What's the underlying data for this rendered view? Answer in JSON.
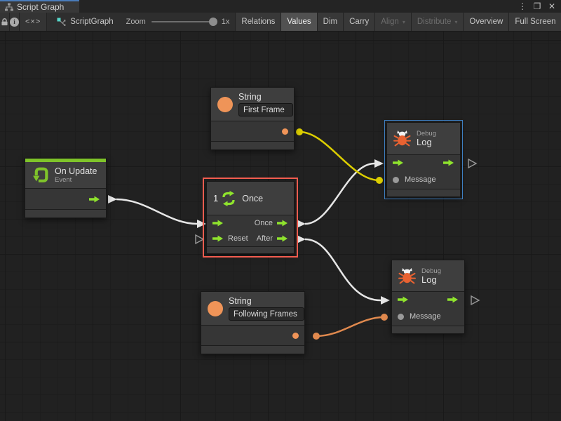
{
  "window": {
    "tab_title": "Script Graph",
    "menu_icon": "⋮",
    "maximize_icon": "❐",
    "close_icon": "✕"
  },
  "toolbar": {
    "info_glyph": "i",
    "breadcrumb": "<×>",
    "graph_label": "ScriptGraph",
    "zoom_label": "Zoom",
    "zoom_value": "1x",
    "dropdown_arrow": "▾",
    "buttons": [
      {
        "label": "Relations",
        "state": "normal"
      },
      {
        "label": "Values",
        "state": "active"
      },
      {
        "label": "Dim",
        "state": "normal"
      },
      {
        "label": "Carry",
        "state": "normal"
      },
      {
        "label": "Align",
        "state": "disabled",
        "dropdown": true
      },
      {
        "label": "Distribute",
        "state": "disabled",
        "dropdown": true
      },
      {
        "label": "Overview",
        "state": "normal"
      },
      {
        "label": "Full Screen",
        "state": "normal"
      }
    ]
  },
  "nodes": {
    "on_update": {
      "title": "On Update",
      "subtitle": "Event"
    },
    "string_first": {
      "title": "String",
      "value": "First Frame"
    },
    "string_following": {
      "title": "String",
      "value": "Following Frames"
    },
    "once": {
      "counter": "1",
      "title": "Once",
      "ports": {
        "once": "Once",
        "reset": "Reset",
        "after": "After"
      }
    },
    "debug_top": {
      "subtitle": "Debug",
      "title": "Log",
      "message_label": "Message"
    },
    "debug_bottom": {
      "subtitle": "Debug",
      "title": "Log",
      "message_label": "Message"
    }
  },
  "colors": {
    "accent_green": "#8FE32D",
    "event_green": "#7FC42A",
    "string_orange": "#EF9458",
    "bug_orange": "#E96231",
    "bug_white": "#f2f2f2",
    "selection_red": "#F25C4F",
    "selection_blue": "#3E7FC1",
    "wire_white": "#E6E6E6",
    "wire_yellow": "#DCCE00",
    "wire_orange": "#E0894E",
    "stub_fill": "#262626",
    "stub_stroke": "#9a9a9a"
  }
}
